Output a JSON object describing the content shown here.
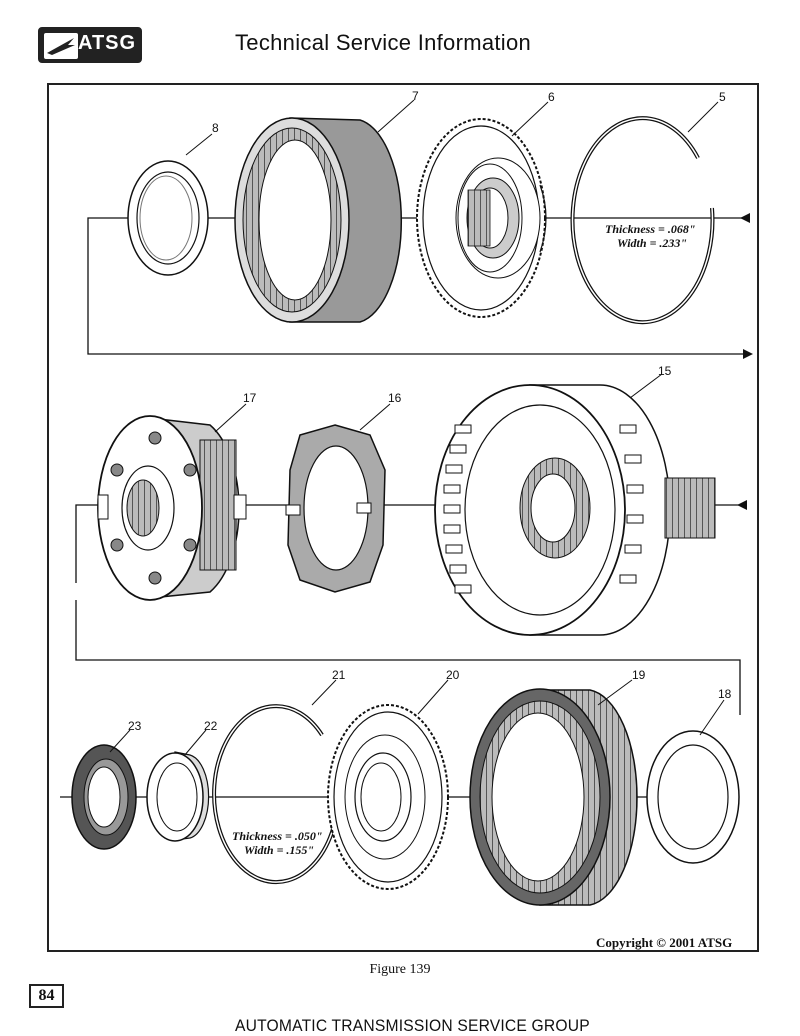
{
  "header": {
    "logo_text": "ATSG",
    "title": "Technical Service Information"
  },
  "diagram": {
    "callouts": [
      "8",
      "7",
      "6",
      "5",
      "17",
      "16",
      "15",
      "23",
      "22",
      "21",
      "20",
      "19",
      "18"
    ],
    "snap_ring_5": {
      "thickness": "Thickness = .068\"",
      "width": "Width = .233\""
    },
    "snap_ring_21": {
      "thickness": "Thickness = .050\"",
      "width": "Width = .155\""
    },
    "copyright": "Copyright © 2001 ATSG"
  },
  "caption": "Figure 139",
  "footer": {
    "page_number": "84",
    "org_name": "AUTOMATIC TRANSMISSION SERVICE GROUP"
  }
}
